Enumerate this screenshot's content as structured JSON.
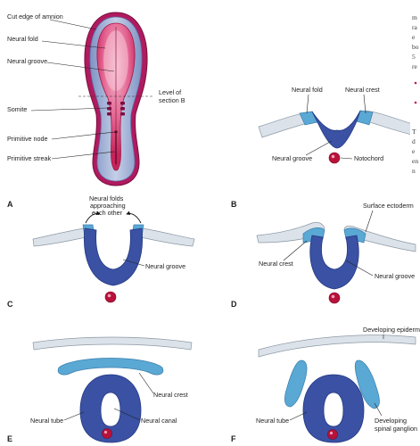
{
  "panels": {
    "A": {
      "letter": "A",
      "labels": {
        "amnion": "Cut edge of amnion",
        "fold": "Neural fold",
        "groove": "Neural groove",
        "level1": "Level of",
        "level2": "section B",
        "somite": "Somite",
        "node": "Primitive node",
        "streak": "Primitive streak"
      }
    },
    "B": {
      "letter": "B",
      "labels": {
        "fold": "Neural fold",
        "crest": "Neural crest",
        "groove": "Neural groove",
        "notochord": "Notochord"
      }
    },
    "C": {
      "letter": "C",
      "labels": {
        "approach1": "Neural folds",
        "approach2": "approaching",
        "approach3": "each other",
        "groove": "Neural groove"
      }
    },
    "D": {
      "letter": "D",
      "labels": {
        "surface": "Surface ectoderm",
        "crest": "Neural crest",
        "groove": "Neural groove"
      }
    },
    "E": {
      "letter": "E",
      "labels": {
        "crest": "Neural crest",
        "tube": "Neural tube",
        "canal": "Neural canal"
      }
    },
    "F": {
      "letter": "F",
      "labels": {
        "epidermis": "Developing epidermis",
        "tube": "Neural tube",
        "ganglion1": "Developing",
        "ganglion2": "spinal ganglion"
      }
    }
  },
  "page_edge_text": [
    "m",
    "ra",
    "e",
    "bo",
    "5",
    "re",
    "T",
    "d",
    "e",
    "en",
    "n"
  ]
}
